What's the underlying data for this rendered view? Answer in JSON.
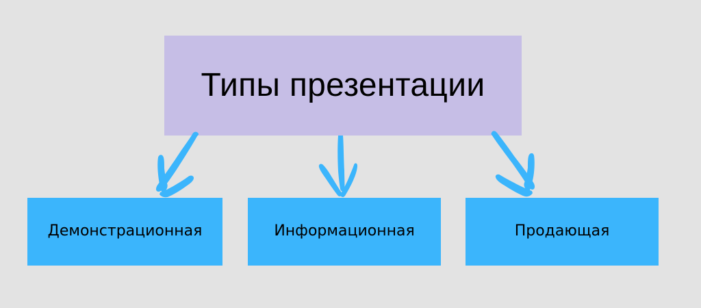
{
  "diagram": {
    "title": "Типы презентации",
    "background_color": "#e3e3e3",
    "root": {
      "label": "Типы презентации",
      "fill_color": "#c6bee6",
      "text_color": "#000000"
    },
    "children": [
      {
        "label": "Демонстрационная",
        "fill_color": "#3bb5fc",
        "text_color": "#000000"
      },
      {
        "label": "Информационная",
        "fill_color": "#3bb5fc",
        "text_color": "#000000"
      },
      {
        "label": "Продающая",
        "fill_color": "#3bb5fc",
        "text_color": "#000000"
      }
    ],
    "connectors": [
      {
        "name": "arrow-to-demonstracionnaya",
        "direction": "down-left",
        "color": "#3bb5fc"
      },
      {
        "name": "arrow-to-informacionnaya",
        "direction": "down",
        "color": "#3bb5fc"
      },
      {
        "name": "arrow-to-prodayushchaya",
        "direction": "down-right",
        "color": "#3bb5fc"
      }
    ]
  }
}
